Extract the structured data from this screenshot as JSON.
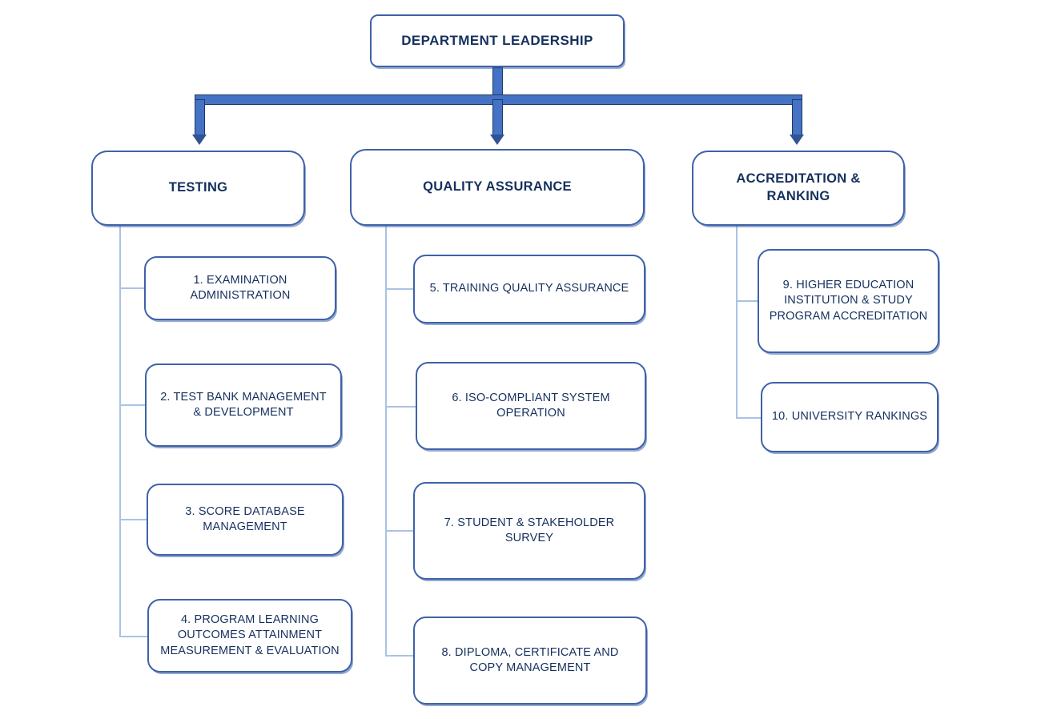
{
  "diagram": {
    "title": "Department Organizational Chart",
    "type": "organizational-hierarchy",
    "colors": {
      "box_border": "#3E62A8",
      "box_fill": "#FFFFFF",
      "text": "#15305E",
      "trunk_fill": "#4472C4",
      "trunk_border": "#1F3864",
      "arrow": "#2F5496",
      "thin_connector": "#A9C3E4",
      "background": "#FFFFFF"
    }
  },
  "root": {
    "label": "DEPARTMENT LEADERSHIP"
  },
  "branches": [
    {
      "id": "testing",
      "label": "TESTING",
      "children": [
        {
          "number": "1.",
          "label": "1. EXAMINATION\nADMINISTRATION"
        },
        {
          "number": "2.",
          "label": "2. TEST BANK MANAGEMENT\n& DEVELOPMENT"
        },
        {
          "number": "3.",
          "label": "3. SCORE DATABASE\nMANAGEMENT"
        },
        {
          "number": "4.",
          "label": "4. PROGRAM LEARNING\nOUTCOMES ATTAINMENT\nMEASUREMENT & EVALUATION"
        }
      ]
    },
    {
      "id": "quality-assurance",
      "label": "QUALITY ASSURANCE",
      "children": [
        {
          "number": "5.",
          "label": "5. TRAINING QUALITY ASSURANCE"
        },
        {
          "number": "6.",
          "label": "6. ISO-COMPLIANT SYSTEM\nOPERATION"
        },
        {
          "number": "7.",
          "label": "7. STUDENT & STAKEHOLDER\nSURVEY"
        },
        {
          "number": "8.",
          "label": "8. DIPLOMA, CERTIFICATE AND\nCOPY MANAGEMENT"
        }
      ]
    },
    {
      "id": "accreditation-ranking",
      "label": "ACCREDITATION &\nRANKING",
      "children": [
        {
          "number": "9.",
          "label": "9. HIGHER EDUCATION\nINSTITUTION & STUDY\nPROGRAM ACCREDITATION"
        },
        {
          "number": "10.",
          "label": "10. UNIVERSITY RANKINGS"
        }
      ]
    }
  ]
}
